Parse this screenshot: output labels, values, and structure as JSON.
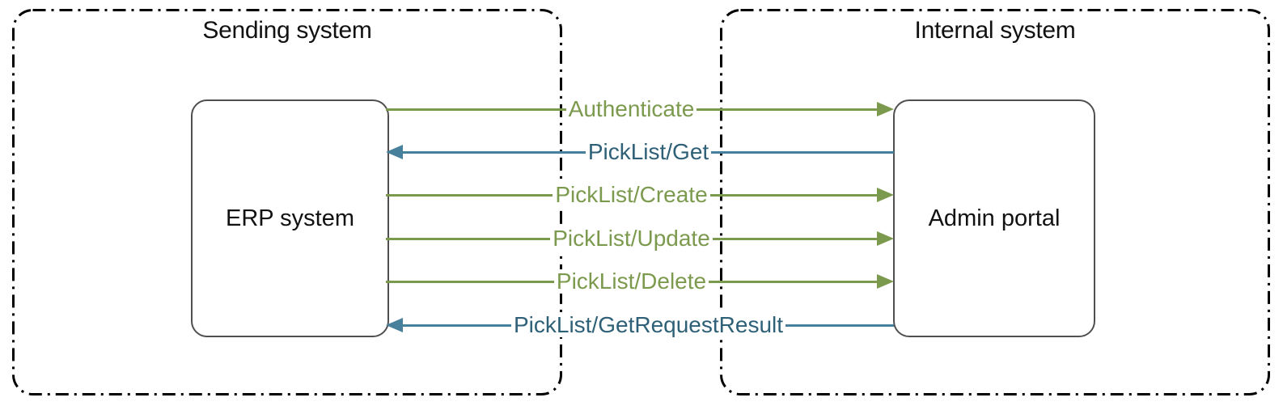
{
  "diagram": {
    "containers": [
      {
        "title": "Sending system",
        "node": "ERP system"
      },
      {
        "title": "Internal system",
        "node": "Admin portal"
      }
    ],
    "messages": [
      {
        "label": "Authenticate",
        "direction": "right"
      },
      {
        "label": "PickList/Get",
        "direction": "left"
      },
      {
        "label": "PickList/Create",
        "direction": "right"
      },
      {
        "label": "PickList/Update",
        "direction": "right"
      },
      {
        "label": "PickList/Delete",
        "direction": "right"
      },
      {
        "label": "PickList/GetRequestResult",
        "direction": "left"
      }
    ],
    "colors": {
      "outbound_green": "#7C9A4E",
      "inbound_teal_line": "#47809B",
      "inbound_teal_text": "#2E6077",
      "boundary_border": "#000000",
      "node_border": "#4F4F4F",
      "background": "#FFFFFF"
    }
  }
}
